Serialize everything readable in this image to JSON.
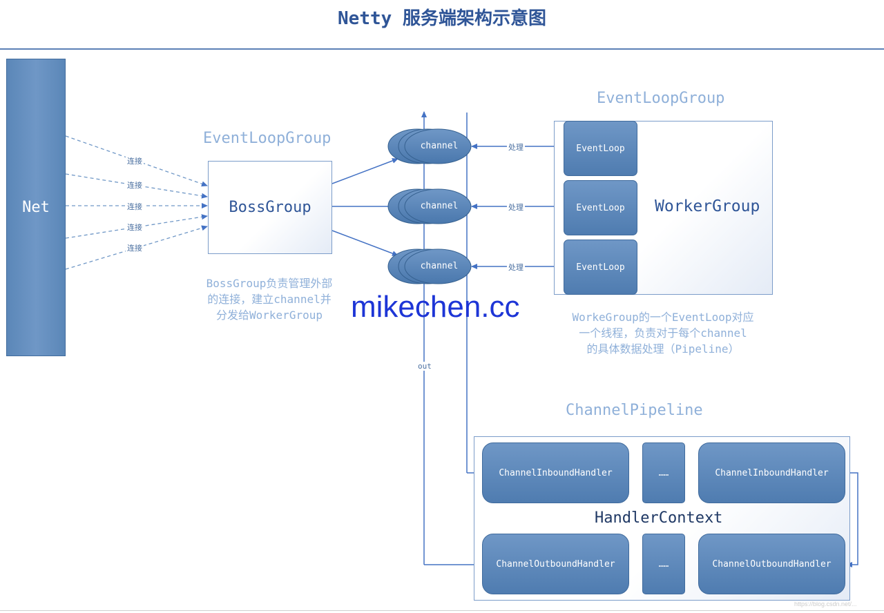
{
  "title": "Netty 服务端架构示意图",
  "net_label": "Net",
  "connect_label": "连接",
  "boss_group_caption": "EventLoopGroup",
  "boss_group_label": "BossGroup",
  "boss_note": [
    "BossGroup负责管理外部",
    "的连接，建立channel并",
    "分发给WorkerGroup"
  ],
  "channel_label": "channel",
  "process_label": "处理",
  "worker_group_caption": "EventLoopGroup",
  "worker_group_label": "WorkerGroup",
  "event_loop_label": "EventLoop",
  "worker_note": [
    "WorkeGroup的一个EventLoop对应",
    "一个线程，负责对于每个channel",
    "的具体数据处理（Pipeline）"
  ],
  "watermark": "mikechen.cc",
  "out_label": "out",
  "pipeline_caption": "ChannelPipeline",
  "handler_context_label": "HandlerContext",
  "inbound_handler_label": "ChannelInboundHandler",
  "outbound_handler_label": "ChannelOutboundHandler",
  "ellipsis_label": "……",
  "footer_watermark": "https://blog.csdn.net/..."
}
